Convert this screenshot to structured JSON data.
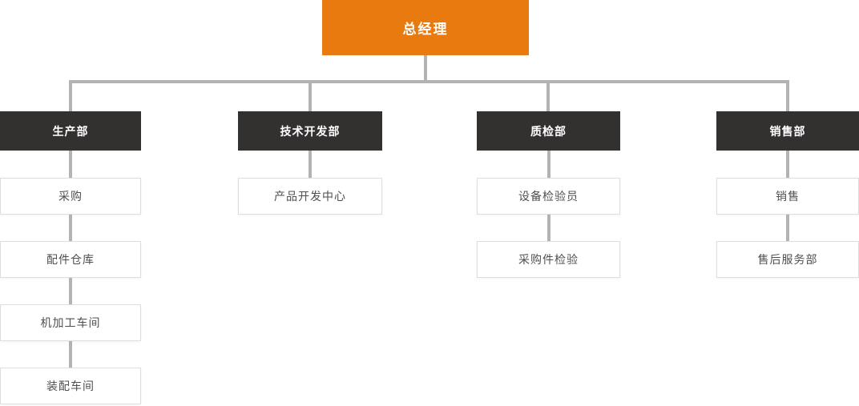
{
  "org_chart": {
    "root": {
      "label": "总经理"
    },
    "departments": [
      {
        "label": "生产部",
        "children": [
          "采购",
          "配件仓库",
          "机加工车间",
          "装配车间"
        ]
      },
      {
        "label": "技术开发部",
        "children": [
          "产品开发中心"
        ]
      },
      {
        "label": "质检部",
        "children": [
          "设备检验员",
          "采购件检验"
        ]
      },
      {
        "label": "销售部",
        "children": [
          "销售",
          "售后服务部"
        ]
      }
    ],
    "colors": {
      "root_background": "#E87A10",
      "root_text": "#FFFFFF",
      "department_background": "#333030",
      "department_text": "#FFFFFF",
      "child_background": "#FFFFFF",
      "child_border": "#DEDEDE",
      "child_text": "#4F4F4F",
      "connector": "#B3B3B3"
    }
  }
}
